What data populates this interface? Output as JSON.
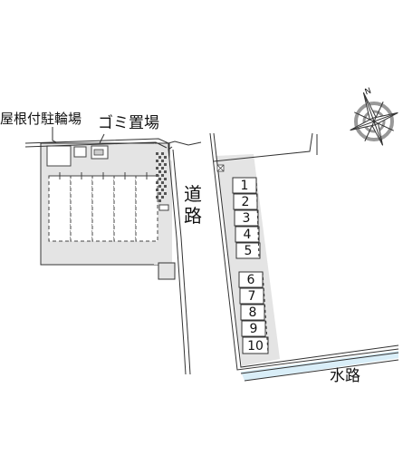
{
  "labels": {
    "bicycle_parking": "屋根付駐輪場",
    "garbage_area": "ゴミ置場",
    "road_line1": "道",
    "road_line2": "路",
    "waterway": "水路"
  },
  "parking_slots": [
    "1",
    "2",
    "3",
    "4",
    "5",
    "6",
    "7",
    "8",
    "9",
    "10"
  ],
  "compass": {
    "north_label": "N",
    "icon": "compass-rose-icon"
  },
  "colors": {
    "building_fill": "#e4e4e4",
    "stroke": "#333333",
    "waterway_tint": "#d9eef8",
    "compass_ring": "#999999"
  }
}
